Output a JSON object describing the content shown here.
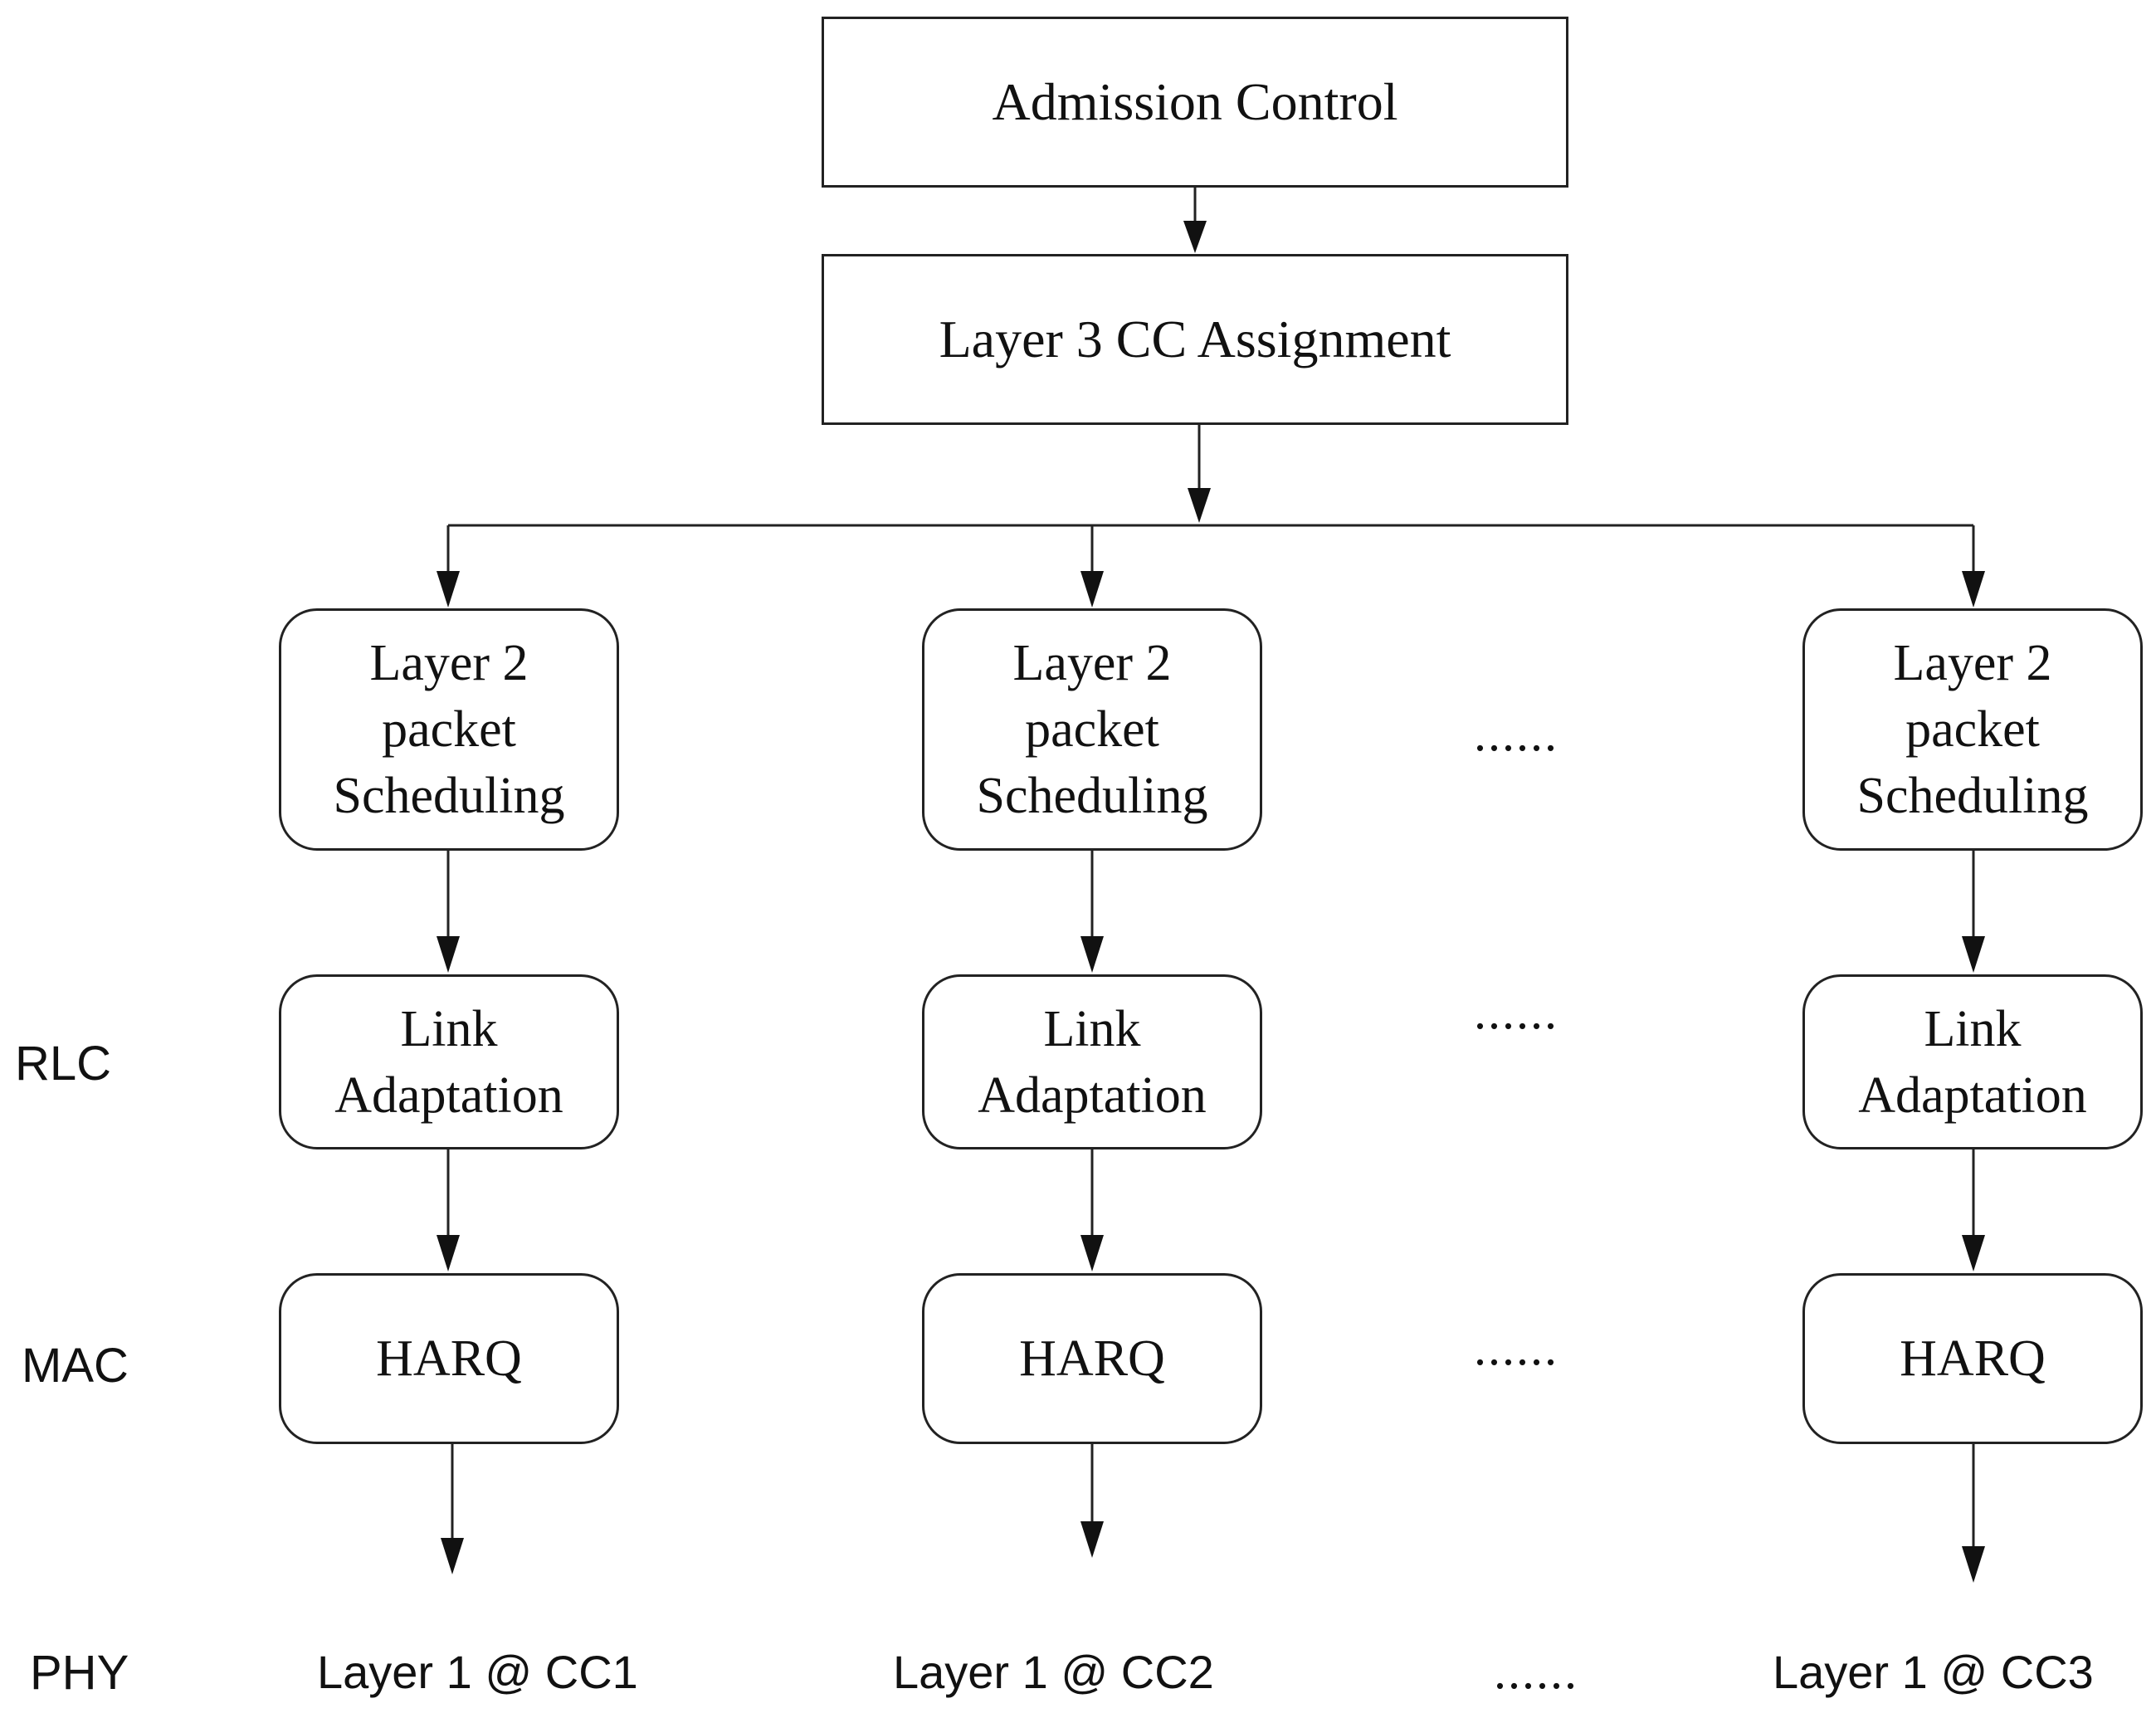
{
  "top": {
    "admission": "Admission Control",
    "assignment": "Layer 3 CC Assignment"
  },
  "columns": [
    {
      "scheduling": [
        "Layer 2",
        "packet",
        "Scheduling"
      ],
      "link": [
        "Link",
        "Adaptation"
      ],
      "harq": "HARQ",
      "phy": "Layer 1 @ CC1"
    },
    {
      "scheduling": [
        "Layer 2",
        "packet",
        "Scheduling"
      ],
      "link": [
        "Link",
        "Adaptation"
      ],
      "harq": "HARQ",
      "phy": "Layer 1 @ CC2"
    },
    {
      "scheduling": [
        "Layer 2",
        "packet",
        "Scheduling"
      ],
      "link": [
        "Link",
        "Adaptation"
      ],
      "harq": "HARQ",
      "phy": "Layer 1 @ CC3"
    }
  ],
  "layers": {
    "rlc": "RLC",
    "mac": "MAC",
    "phy": "PHY"
  },
  "ellipsis": "......"
}
